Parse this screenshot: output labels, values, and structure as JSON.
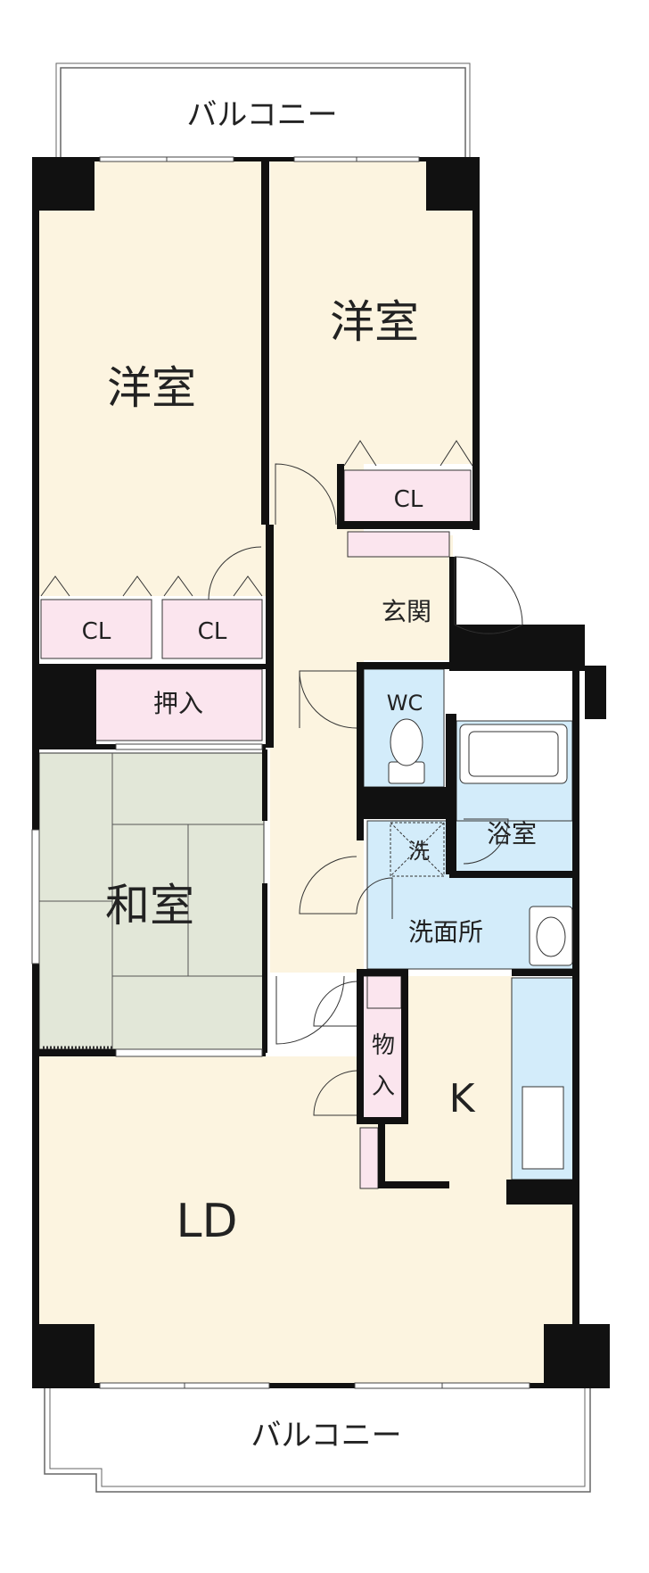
{
  "floor_plan": {
    "balcony_top": "バルコニー",
    "balcony_bottom": "バルコニー",
    "rooms": {
      "western_room_left": "洋室",
      "western_room_right": "洋室",
      "closet_right": "CL",
      "closet_left_a": "CL",
      "closet_left_b": "CL",
      "oshiire": "押入",
      "japanese_room": "和室",
      "entrance": "玄関",
      "toilet": "WC",
      "bathroom": "浴室",
      "washer": "洗",
      "washroom": "洗面所",
      "storage_line1": "物",
      "storage_line2": "入",
      "kitchen": "K",
      "living_dining": "LD"
    },
    "colors": {
      "wall": "#111111",
      "room_floor": "#fcf4e0",
      "closet": "#fbe5ee",
      "tatami": "#e2e7d8",
      "wet_area": "#d3ecfa",
      "line": "#333333"
    }
  }
}
